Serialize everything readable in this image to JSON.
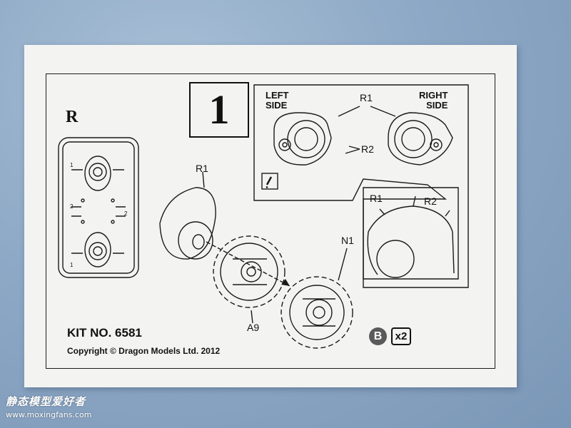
{
  "instruction": {
    "sprue_letter": "R",
    "step_number": "1",
    "callout": {
      "left_side_line1": "LEFT",
      "left_side_line2": "SIDE",
      "right_side_line1": "RIGHT",
      "right_side_line2": "SIDE",
      "part_r1": "R1",
      "part_r2": "R2"
    },
    "detail": {
      "part_r1": "R1",
      "part_r2": "R2"
    },
    "assembly": {
      "part_r1": "R1",
      "part_a9": "A9",
      "part_n1": "N1"
    },
    "sprue_numbers": [
      "1",
      "2",
      "2",
      "1"
    ],
    "kit_number": "KIT NO. 6581",
    "copyright": "Copyright © Dragon Models Ltd. 2012",
    "sprue_badge": "B",
    "quantity": "x2"
  },
  "watermark": {
    "line1": "静态模型爱好者",
    "line2": "www.moxingfans.com"
  },
  "colors": {
    "background": "#8ea9c6",
    "card": "#f3f4f2",
    "ink": "#111111",
    "badge": "#5a5a5a"
  }
}
